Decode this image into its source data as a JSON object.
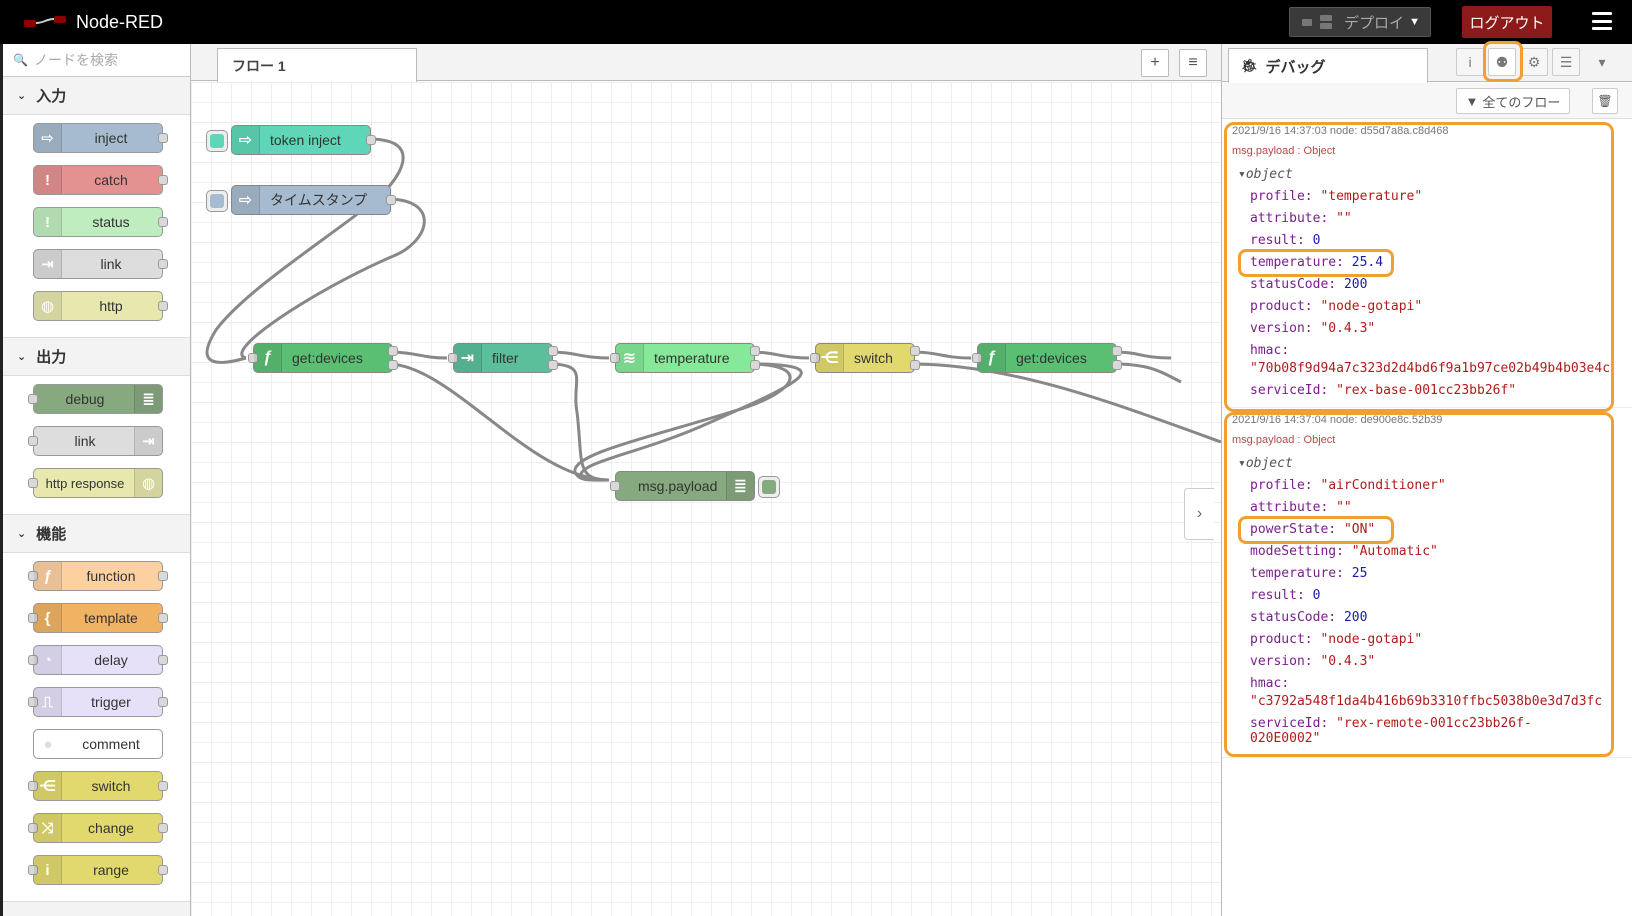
{
  "header": {
    "app_title": "Node-RED",
    "deploy_label": "デプロイ",
    "logout_label": "ログアウト"
  },
  "palette": {
    "search_placeholder": "ノードを検索",
    "categories": [
      {
        "title": "入力",
        "nodes": [
          "inject",
          "catch",
          "status",
          "link",
          "http"
        ]
      },
      {
        "title": "出力",
        "nodes": [
          "debug",
          "link",
          "http response"
        ]
      },
      {
        "title": "機能",
        "nodes": [
          "function",
          "template",
          "delay",
          "trigger",
          "comment",
          "switch",
          "change",
          "range"
        ]
      }
    ]
  },
  "workspace": {
    "tab_label": "フロー 1",
    "nodes": {
      "token_inject": "token inject",
      "timestamp": "タイムスタンプ",
      "get_devices_1": "get:devices",
      "filter": "filter",
      "temperature": "temperature",
      "switch": "switch",
      "get_devices_2": "get:devices",
      "msg_payload": "msg.payload"
    }
  },
  "sidebar": {
    "tab_label": "デバッグ",
    "filter_label": "全てのフロー",
    "messages": [
      {
        "meta": "2021/9/16 14:37:03   node: d55d7a8a.c8d468",
        "topic": "msg.payload : Object",
        "head": "object",
        "props": [
          {
            "k": "profile",
            "v": "\"temperature\"",
            "t": "s"
          },
          {
            "k": "attribute",
            "v": "\"\"",
            "t": "s"
          },
          {
            "k": "result",
            "v": "0",
            "t": "n"
          },
          {
            "k": "temperature",
            "v": "25.4",
            "t": "n"
          },
          {
            "k": "statusCode",
            "v": "200",
            "t": "n"
          },
          {
            "k": "product",
            "v": "\"node-gotapi\"",
            "t": "s"
          },
          {
            "k": "version",
            "v": "\"0.4.3\"",
            "t": "s"
          },
          {
            "k": "hmac",
            "v": "\"70b08f9d94a7c323d2d4bd6f9a1b97ce02b49b4b03e4c",
            "t": "s"
          },
          {
            "k": "serviceId",
            "v": "\"rex-base-001cc23bb26f\"",
            "t": "s"
          }
        ]
      },
      {
        "meta": "2021/9/16 14:37:04   node: de900e8c.52b39",
        "topic": "msg.payload : Object",
        "head": "object",
        "props": [
          {
            "k": "profile",
            "v": "\"airConditioner\"",
            "t": "s"
          },
          {
            "k": "attribute",
            "v": "\"\"",
            "t": "s"
          },
          {
            "k": "powerState",
            "v": "\"ON\"",
            "t": "s"
          },
          {
            "k": "modeSetting",
            "v": "\"Automatic\"",
            "t": "s"
          },
          {
            "k": "temperature",
            "v": "25",
            "t": "n"
          },
          {
            "k": "result",
            "v": "0",
            "t": "n"
          },
          {
            "k": "statusCode",
            "v": "200",
            "t": "n"
          },
          {
            "k": "product",
            "v": "\"node-gotapi\"",
            "t": "s"
          },
          {
            "k": "version",
            "v": "\"0.4.3\"",
            "t": "s"
          },
          {
            "k": "hmac",
            "v": "\"c3792a548f1da4b416b69b3310ffbc5038b0e3d7d3fc",
            "t": "s"
          },
          {
            "k": "serviceId",
            "v": "\"rex-remote-001cc23bb26f-020E0002\"",
            "t": "s"
          }
        ]
      }
    ]
  }
}
